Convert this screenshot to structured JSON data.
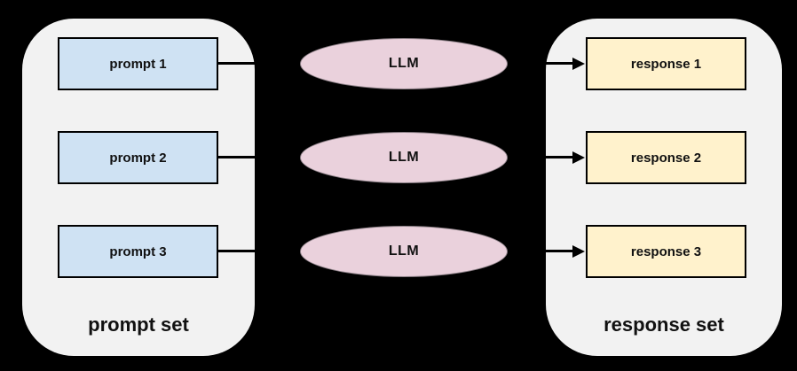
{
  "diagram": {
    "background_color": "#000000",
    "prompt_set": {
      "label": "prompt set",
      "container_fill": "#f2f2f2",
      "item_fill": "#cfe2f3",
      "item_border": "#000000",
      "items": [
        "prompt 1",
        "prompt 2",
        "prompt 3"
      ]
    },
    "llm": {
      "fill": "#ead1dc",
      "nodes": [
        "LLM",
        "LLM",
        "LLM"
      ]
    },
    "response_set": {
      "label": "response set",
      "container_fill": "#f2f2f2",
      "item_fill": "#fff2cc",
      "item_border": "#000000",
      "items": [
        "response 1",
        "response 2",
        "response 3"
      ]
    },
    "connector_color": "#000000"
  }
}
